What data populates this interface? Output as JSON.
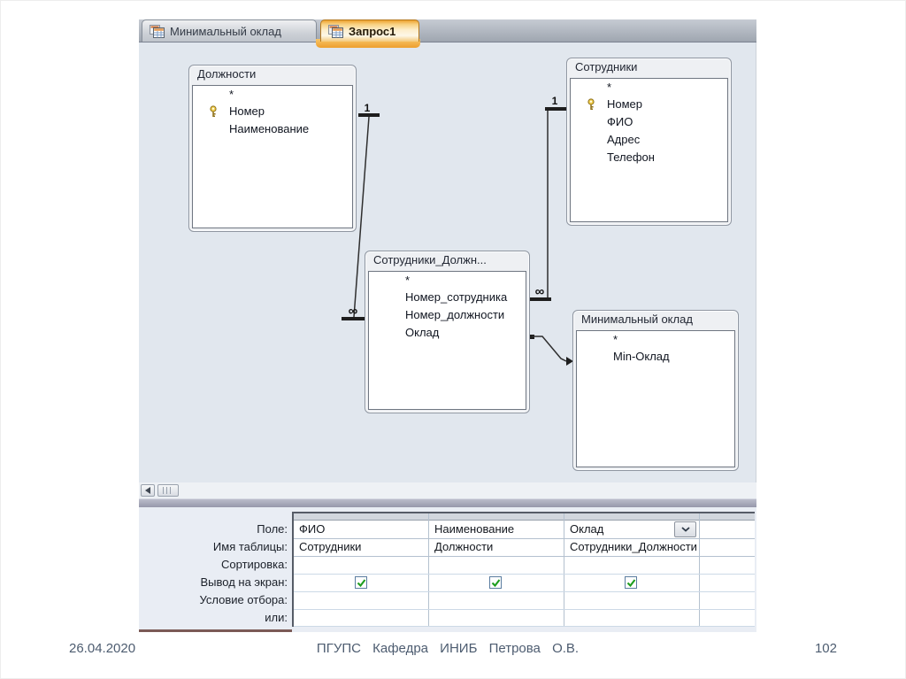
{
  "tabs": {
    "items": [
      {
        "label": "Минимальный оклад",
        "active": false
      },
      {
        "label": "Запрос1",
        "active": true
      }
    ]
  },
  "design": {
    "tables": [
      {
        "title": "Должности",
        "fields": [
          {
            "name": "*"
          },
          {
            "name": "Номер",
            "key": true
          },
          {
            "name": "Наименование"
          }
        ]
      },
      {
        "title": "Сотрудники",
        "fields": [
          {
            "name": "*"
          },
          {
            "name": "Номер",
            "key": true
          },
          {
            "name": "ФИО"
          },
          {
            "name": "Адрес"
          },
          {
            "name": "Телефон"
          }
        ]
      },
      {
        "title": "Сотрудники_Должн...",
        "fields": [
          {
            "name": "*"
          },
          {
            "name": "Номер_сотрудника"
          },
          {
            "name": "Номер_должности"
          },
          {
            "name": "Оклад"
          }
        ]
      },
      {
        "title": "Минимальный оклад",
        "fields": [
          {
            "name": "*"
          },
          {
            "name": "Min-Оклад"
          }
        ]
      }
    ],
    "relations": {
      "one": "1",
      "many": "∞"
    }
  },
  "grid": {
    "row_labels": [
      "Поле:",
      "Имя таблицы:",
      "Сортировка:",
      "Вывод на экран:",
      "Условие отбора:",
      "или:"
    ],
    "columns": [
      {
        "field": "ФИО",
        "table": "Сотрудники",
        "show_on_screen": true
      },
      {
        "field": "Наименование",
        "table": "Должности",
        "show_on_screen": true
      },
      {
        "field": "Оклад",
        "table": "Сотрудники_Должности",
        "show_on_screen": true
      }
    ]
  },
  "footer": {
    "date": "26.04.2020",
    "center": "ПГУПС Кафедра ИНИБ Петрова О.В.",
    "page": "102"
  }
}
